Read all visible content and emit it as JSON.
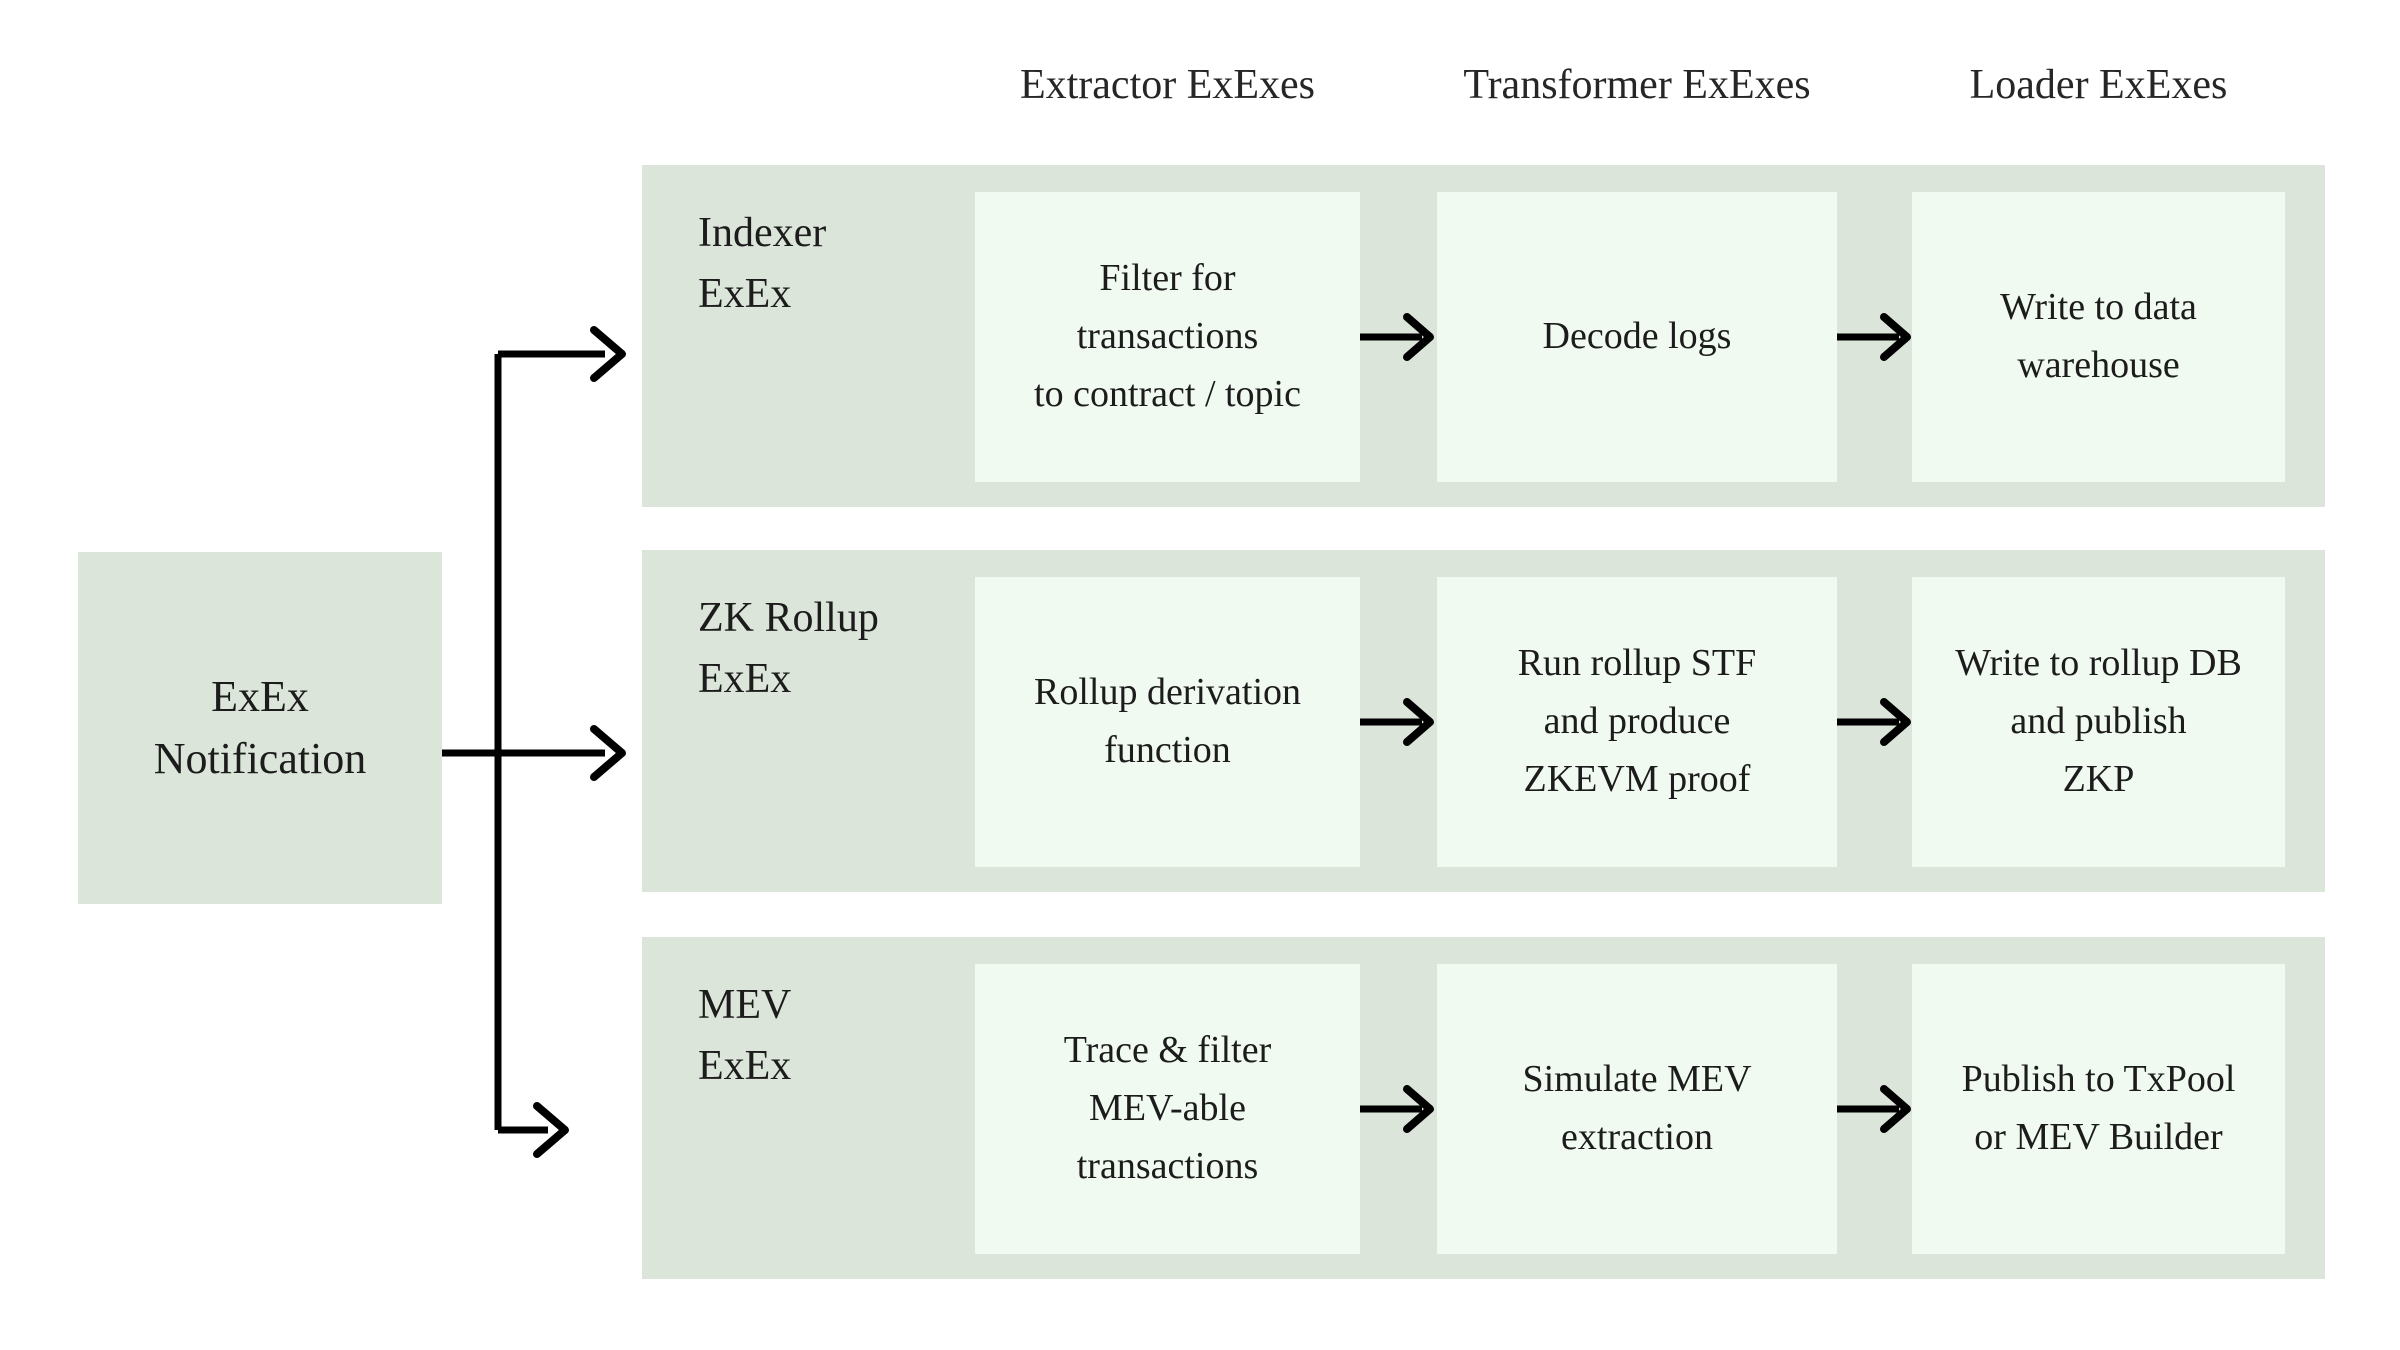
{
  "diagram": {
    "title_visible": false,
    "colors": {
      "band": "#dce5da",
      "card": "#f1faf1",
      "background": "#ffffff",
      "text": "#1c1c1c",
      "connector": "#000000"
    },
    "column_headers": [
      {
        "id": "extractor",
        "label": "Extractor ExExes"
      },
      {
        "id": "transformer",
        "label": "Transformer ExExes"
      },
      {
        "id": "loader",
        "label": "Loader ExExes"
      }
    ],
    "source": {
      "name": "ExEx Notification",
      "lines": [
        "ExEx",
        "Notification"
      ]
    },
    "rows": [
      {
        "id": "indexer",
        "label_lines": [
          "Indexer",
          "ExEx"
        ],
        "stages": [
          {
            "column": "extractor",
            "lines": [
              "Filter for",
              "transactions",
              "to contract / topic"
            ]
          },
          {
            "column": "transformer",
            "lines": [
              "Decode logs"
            ]
          },
          {
            "column": "loader",
            "lines": [
              "Write to data",
              "warehouse"
            ]
          }
        ]
      },
      {
        "id": "zkrollup",
        "label_lines": [
          "ZK Rollup",
          "ExEx"
        ],
        "stages": [
          {
            "column": "extractor",
            "lines": [
              "Rollup derivation",
              "function"
            ]
          },
          {
            "column": "transformer",
            "lines": [
              "Run rollup STF",
              "and produce",
              "ZKEVM proof"
            ]
          },
          {
            "column": "loader",
            "lines": [
              "Write to rollup DB",
              "and publish",
              "ZKP"
            ]
          }
        ]
      },
      {
        "id": "mev",
        "label_lines": [
          "MEV",
          "ExEx"
        ],
        "stages": [
          {
            "column": "extractor",
            "lines": [
              "Trace & filter",
              "MEV-able",
              "transactions"
            ]
          },
          {
            "column": "transformer",
            "lines": [
              "Simulate MEV",
              "extraction"
            ]
          },
          {
            "column": "loader",
            "lines": [
              "Publish to TxPool",
              "or MEV Builder"
            ]
          }
        ]
      }
    ],
    "connectors": {
      "description": "ExEx Notification fans out to three ExEx pipelines",
      "branch_count": 3,
      "targets": [
        "indexer",
        "zkrollup",
        "mev"
      ]
    }
  }
}
